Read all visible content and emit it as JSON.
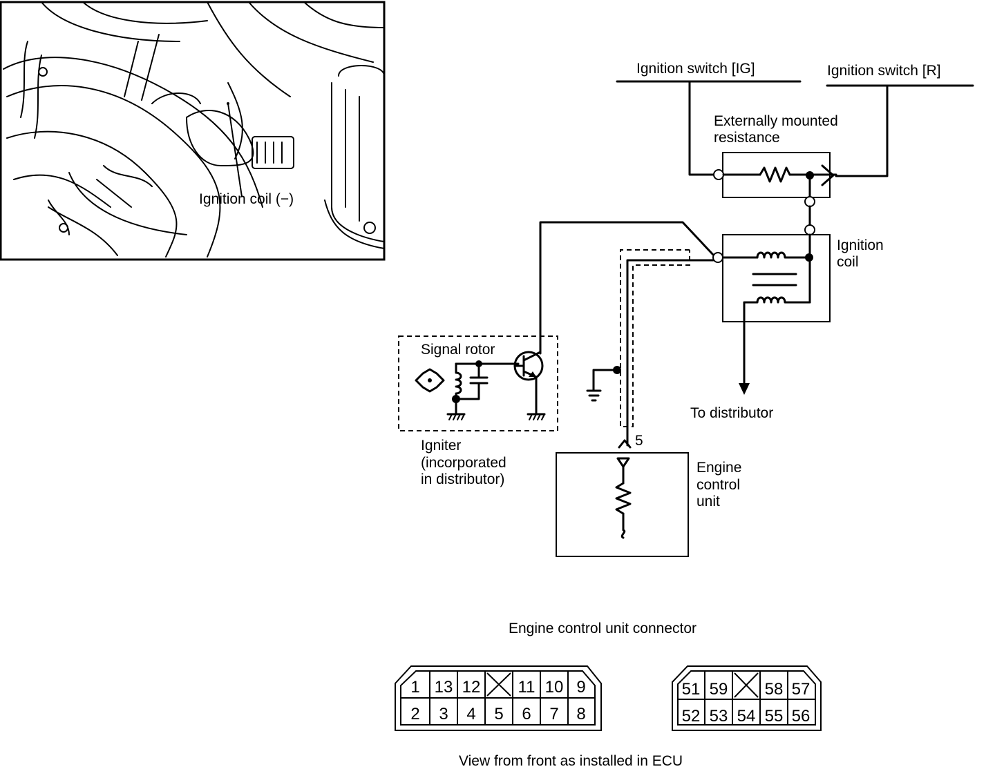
{
  "photo": {
    "label": "Ignition coil (−)"
  },
  "schematic": {
    "ig_switch_ig": "Ignition switch [IG]",
    "ig_switch_r": "Ignition switch [R]",
    "resistance_line1": "Externally mounted",
    "resistance_line2": "resistance",
    "coil_line1": "Ignition",
    "coil_line2": "coil",
    "signal_rotor": "Signal rotor",
    "igniter_line1": "Igniter",
    "igniter_line2": "(incorporated",
    "igniter_line3": "in distributor)",
    "to_distributor": "To distributor",
    "terminal_number": "5",
    "ecu_line1": "Engine",
    "ecu_line2": "control",
    "ecu_line3": "unit"
  },
  "connector": {
    "title": "Engine control unit connector",
    "left_top": [
      "1",
      "13",
      "12",
      "",
      "11",
      "10",
      "9"
    ],
    "left_bottom": [
      "2",
      "3",
      "4",
      "5",
      "6",
      "7",
      "8"
    ],
    "right_top": [
      "51",
      "59",
      "",
      "58",
      "57"
    ],
    "right_bottom": [
      "52",
      "53",
      "54",
      "55",
      "56"
    ],
    "caption": "View from front as installed in ECU"
  }
}
